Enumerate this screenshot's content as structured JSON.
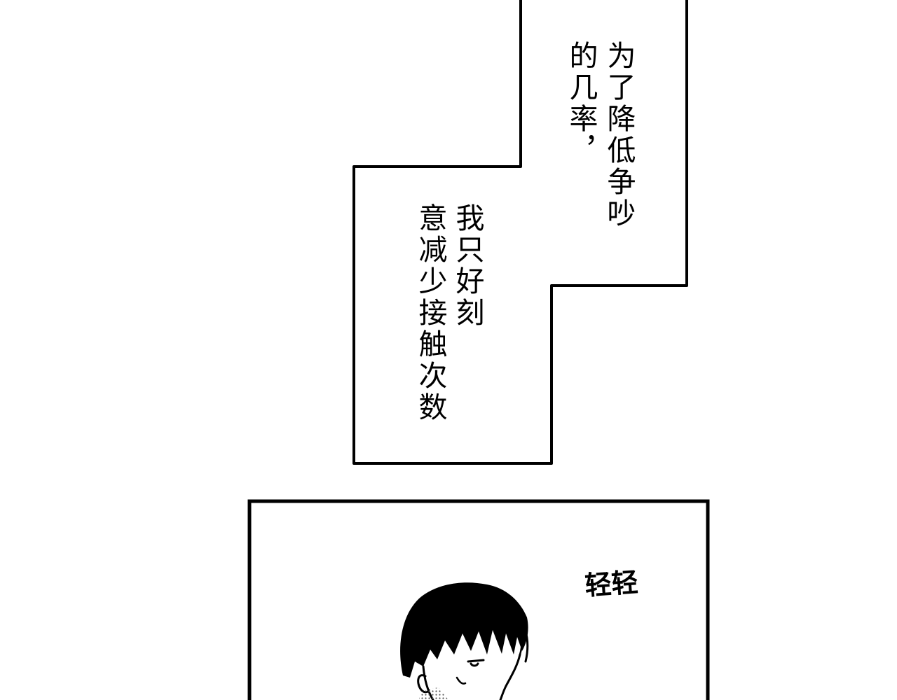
{
  "caption": {
    "columns": [
      "为了降低争吵",
      "的几率，",
      "我只好刻",
      "意减少接触次数"
    ]
  },
  "bottom_panel": {
    "sound_effect": "轻轻"
  },
  "colors": {
    "ink": "#000000",
    "paper": "#ffffff",
    "screentone": "#888888"
  }
}
